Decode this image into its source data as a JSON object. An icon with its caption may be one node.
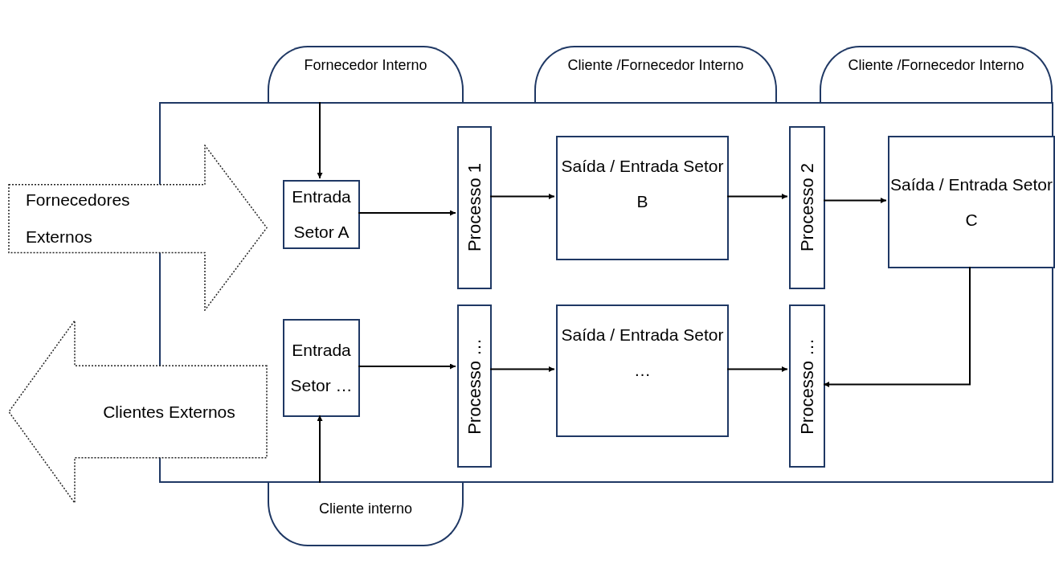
{
  "diagram": {
    "nodes": [
      {
        "text": [
          "Fornecedor Interno"
        ]
      },
      {
        "text": [
          "Cliente /Fornecedor Interno"
        ]
      },
      {
        "text": [
          "Cliente /Fornecedor Interno"
        ]
      },
      {
        "text": [],
        "shape": "box"
      },
      {
        "text": [
          "Fornecedores Externos"
        ]
      },
      {
        "text": [
          "Entrada Setor A"
        ],
        "in": 3
      },
      {
        "text": [
          "Processo 1"
        ],
        "in": 3
      },
      {
        "text": [
          "Saída / Entrada Setor B"
        ],
        "in": 3
      },
      {
        "text": [
          "Processo 2"
        ],
        "in": 3
      },
      {
        "text": [
          "Saída / Entrada Setor C"
        ],
        "in": 3
      },
      {
        "text": [
          "Clientes Externos"
        ]
      },
      {
        "text": [
          "Entrada Setor …"
        ],
        "in": 3
      },
      {
        "text": [
          "Processo …"
        ],
        "in": 3
      },
      {
        "text": [
          "Saída / Entrada Setor …"
        ],
        "in": 3
      },
      {
        "text": [
          "Processo …"
        ],
        "in": 3
      },
      {
        "text": [
          "Cliente interno"
        ]
      }
    ],
    "edges": [
      {
        "from": 0,
        "to": 5,
        "arrow": "to"
      },
      {
        "from": 5,
        "to": 6,
        "arrow": "to"
      },
      {
        "from": 6,
        "to": 7,
        "arrow": "to"
      },
      {
        "from": 7,
        "to": 8,
        "arrow": "to"
      },
      {
        "from": 8,
        "to": 9,
        "arrow": "to"
      },
      {
        "from": 9,
        "to": 14,
        "arrow": "to"
      },
      {
        "from": 11,
        "to": 12,
        "arrow": "to"
      },
      {
        "from": 12,
        "to": 13,
        "arrow": "to"
      },
      {
        "from": 13,
        "to": 14,
        "arrow": "to"
      },
      {
        "from": 15,
        "to": 11,
        "arrow": "to"
      }
    ]
  }
}
